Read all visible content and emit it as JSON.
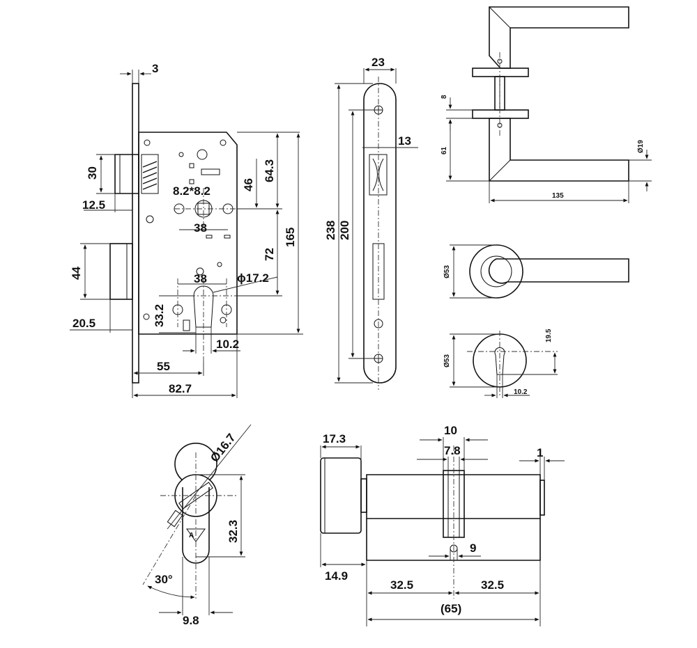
{
  "dimensions": {
    "d_3": "3",
    "d_30": "30",
    "d_12_5": "12.5",
    "d_44": "44",
    "d_20_5": "20.5",
    "d_55": "55",
    "d_82_7": "82.7",
    "d_8_2": "8.2*8.2",
    "d_38_top": "38",
    "d_38_mid": "38",
    "d_46": "46",
    "d_64_3": "64.3",
    "d_165": "165",
    "d_72": "72",
    "d_17_2": "ϕ17.2",
    "d_33_2": "33.2",
    "d_10_2": "10.2",
    "d_23": "23",
    "d_13": "13",
    "d_238": "238",
    "d_200": "200",
    "d_8": "8",
    "d_61": "61",
    "d_19": "Ø19",
    "d_135": "135",
    "d_53a": "Ø53",
    "d_53b": "Ø53",
    "d_19_5": "19.5",
    "d_10_2s": "10.2",
    "d_16_7": "Ø16.7",
    "d_32_3": "32.3",
    "d_30deg": "30°",
    "d_9_8": "9.8",
    "d_17_3": "17.3",
    "d_14_9": "14.9",
    "d_10": "10",
    "d_7_8": "7.8",
    "d_1": "1",
    "d_9": "9",
    "d_32_5a": "32.5",
    "d_32_5b": "32.5",
    "d_65": "(65)"
  },
  "colors": {
    "line": "#111111",
    "background": "#ffffff"
  }
}
